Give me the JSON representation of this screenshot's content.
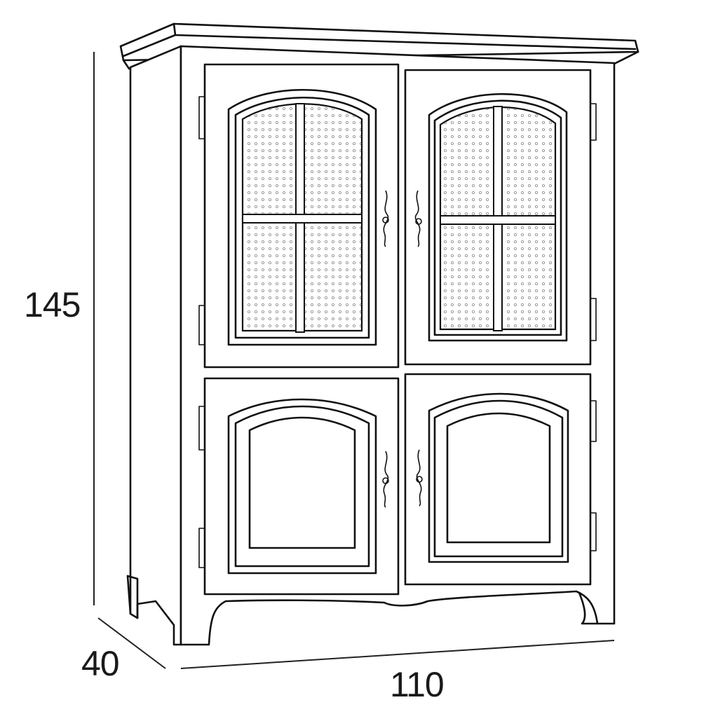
{
  "dimensions": {
    "height": "145",
    "depth": "40",
    "width": "110"
  }
}
